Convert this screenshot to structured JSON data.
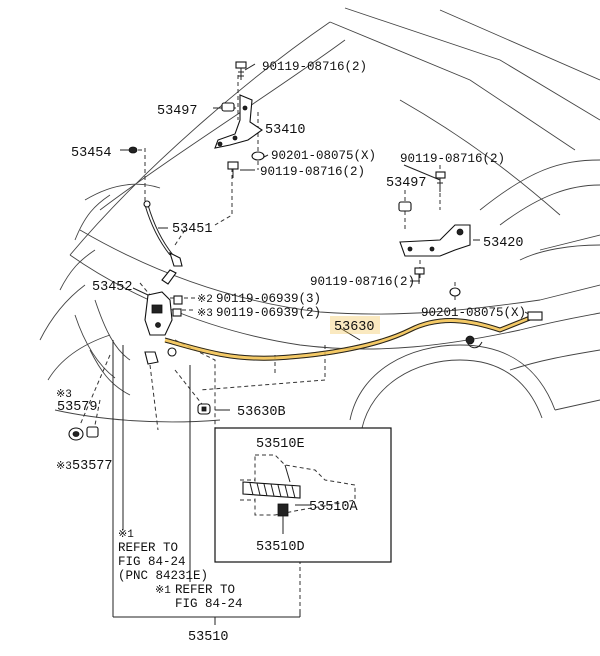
{
  "labels": {
    "p_90119_08716_top": "90119-08716(2)",
    "p_53497_left": "53497",
    "p_53410": "53410",
    "p_53454": "53454",
    "p_90201_08075_top": "90201-08075(X)",
    "p_90119_08716_mid": "90119-08716(2)",
    "p_90119_08716_right": "90119-08716(2)",
    "p_53497_right": "53497",
    "p_53451": "53451",
    "p_53420": "53420",
    "p_90119_08716_lower": "90119-08716(2)",
    "p_53452": "53452",
    "p_90201_08075_right": "90201-08075(X)",
    "p_90119_06939_a": "90119-06939(3)",
    "p_90119_06939_b": "90119-06939(2)",
    "mark_a": "※2",
    "mark_b": "※3",
    "p_53630": "53630",
    "p_53579_mark": "※3",
    "p_53579": "53579",
    "p_53630B": "53630B",
    "p_53577_mark": "※3",
    "p_53577": "53577",
    "p_53510E": "53510E",
    "p_53510A": "53510A",
    "p_53510D": "53510D",
    "ref1_mark": "※1",
    "ref1_line1": "REFER TO",
    "ref1_line2": "FIG 84-24",
    "ref1_line3": "(PNC 84231E)",
    "ref2_mark": "※1",
    "ref2_line1": "REFER TO",
    "ref2_line2": "FIG 84-24",
    "p_53510": "53510"
  },
  "colors": {
    "ink": "#111111",
    "highlight": "#f2c04a",
    "background": "#ffffff"
  }
}
